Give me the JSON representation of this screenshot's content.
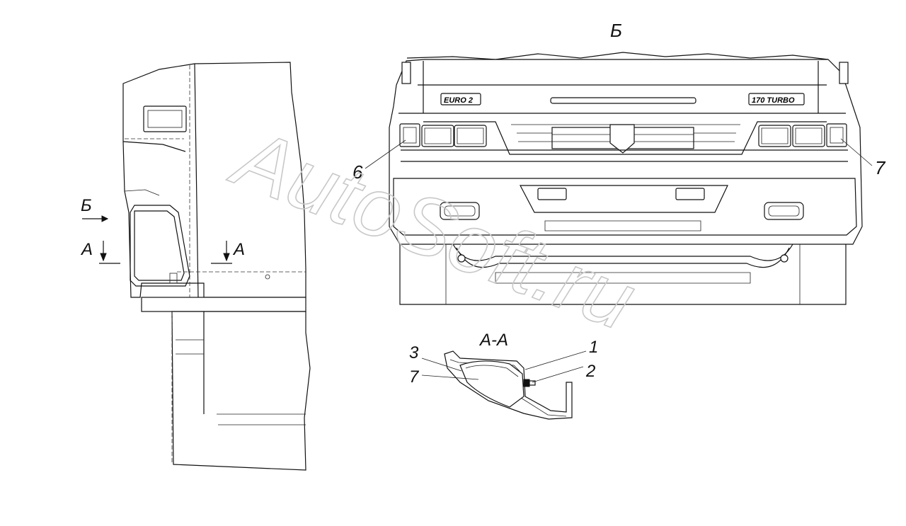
{
  "title": "Б",
  "views": {
    "side": {
      "arrow_b_label": "Б",
      "section_left_label": "А",
      "section_right_label": "А"
    },
    "front": {
      "badge_left": "EURO 2",
      "badge_right": "170 TURBO",
      "callout_6": "6",
      "callout_7": "7"
    },
    "section": {
      "title": "А-А",
      "callout_1": "1",
      "callout_2": "2",
      "callout_3": "3",
      "callout_7": "7"
    }
  },
  "watermark": "AutoSoft.ru"
}
